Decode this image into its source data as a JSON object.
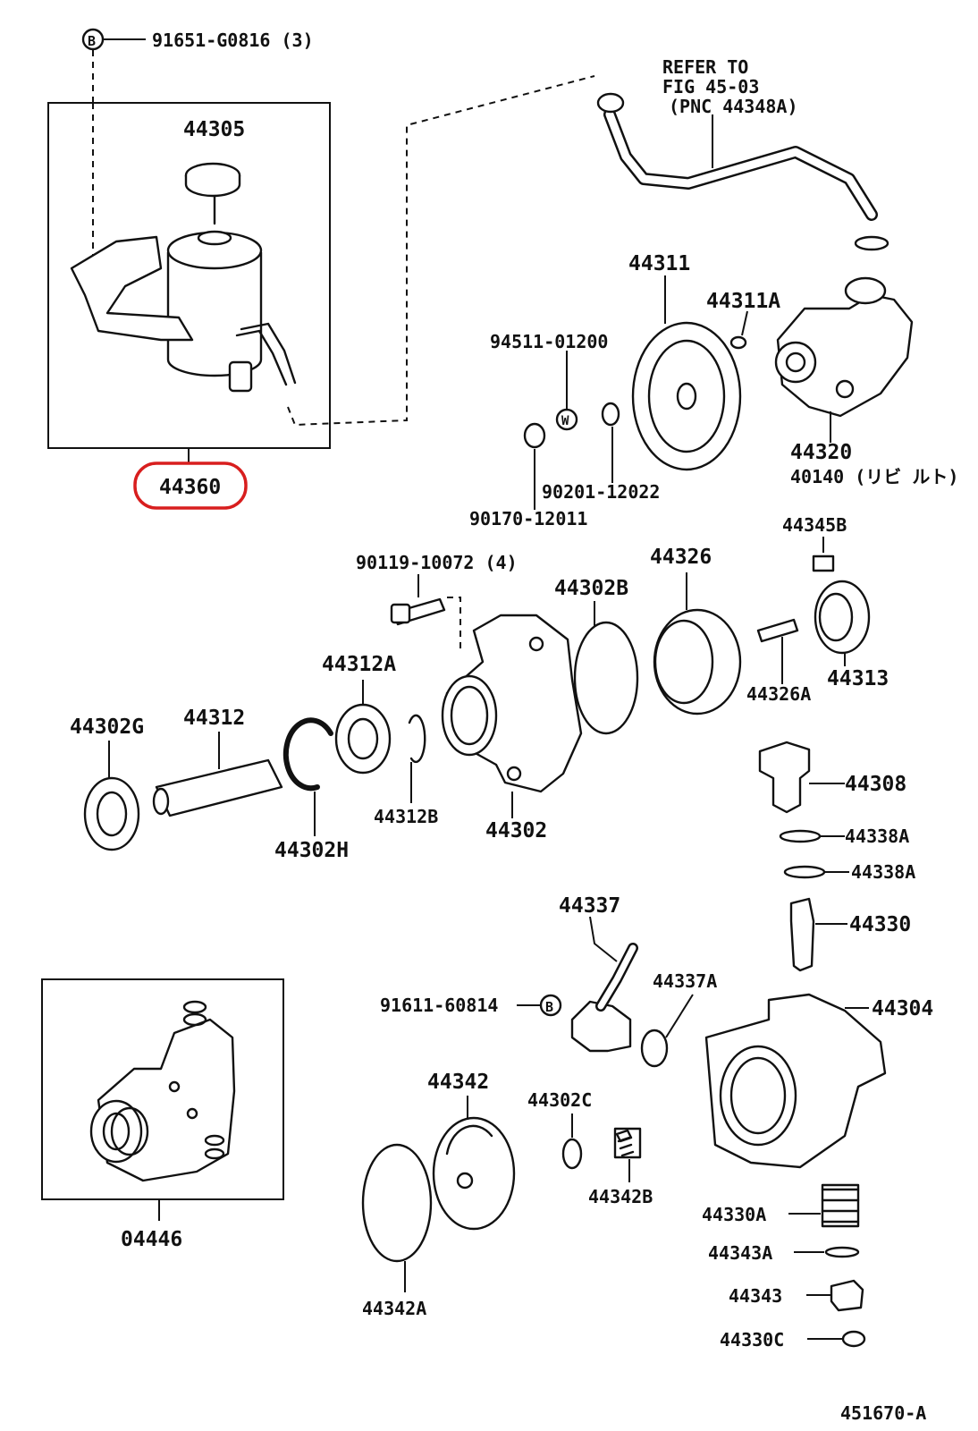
{
  "figure_id": "451670-A",
  "highlight": "#d81e1e",
  "refer": [
    "REFER TO",
    "FIG 45-03",
    "(PNC 44348A)"
  ],
  "labels": {
    "l91651": "91651-G0816 (3)",
    "l44305": "44305",
    "l44360": "44360",
    "l44311": "44311",
    "l44311A": "44311A",
    "l94511": "94511-01200",
    "l44320": "44320",
    "l40140": "40140 (リビ ルト)",
    "l90201": "90201-12022",
    "l90170": "90170-12011",
    "l90119": "90119-10072 (4)",
    "l44326": "44326",
    "l44345B": "44345B",
    "l44302B": "44302B",
    "l44313": "44313",
    "l44326A": "44326A",
    "l44312A": "44312A",
    "l44302G": "44302G",
    "l44312": "44312",
    "l44312B": "44312B",
    "l44302": "44302",
    "l44302H": "44302H",
    "l44308": "44308",
    "l44338A1": "44338A",
    "l44338A2": "44338A",
    "l44330": "44330",
    "l44337": "44337",
    "l44337A": "44337A",
    "l91611": "91611-60814",
    "l44304": "44304",
    "l04446": "04446",
    "l44342": "44342",
    "l44302C": "44302C",
    "l44342B": "44342B",
    "l44342A": "44342A",
    "l44330A": "44330A",
    "l44343A": "44343A",
    "l44343": "44343",
    "l44330C": "44330C",
    "sym_B1": "B",
    "sym_B2": "B",
    "sym_W": "W"
  }
}
